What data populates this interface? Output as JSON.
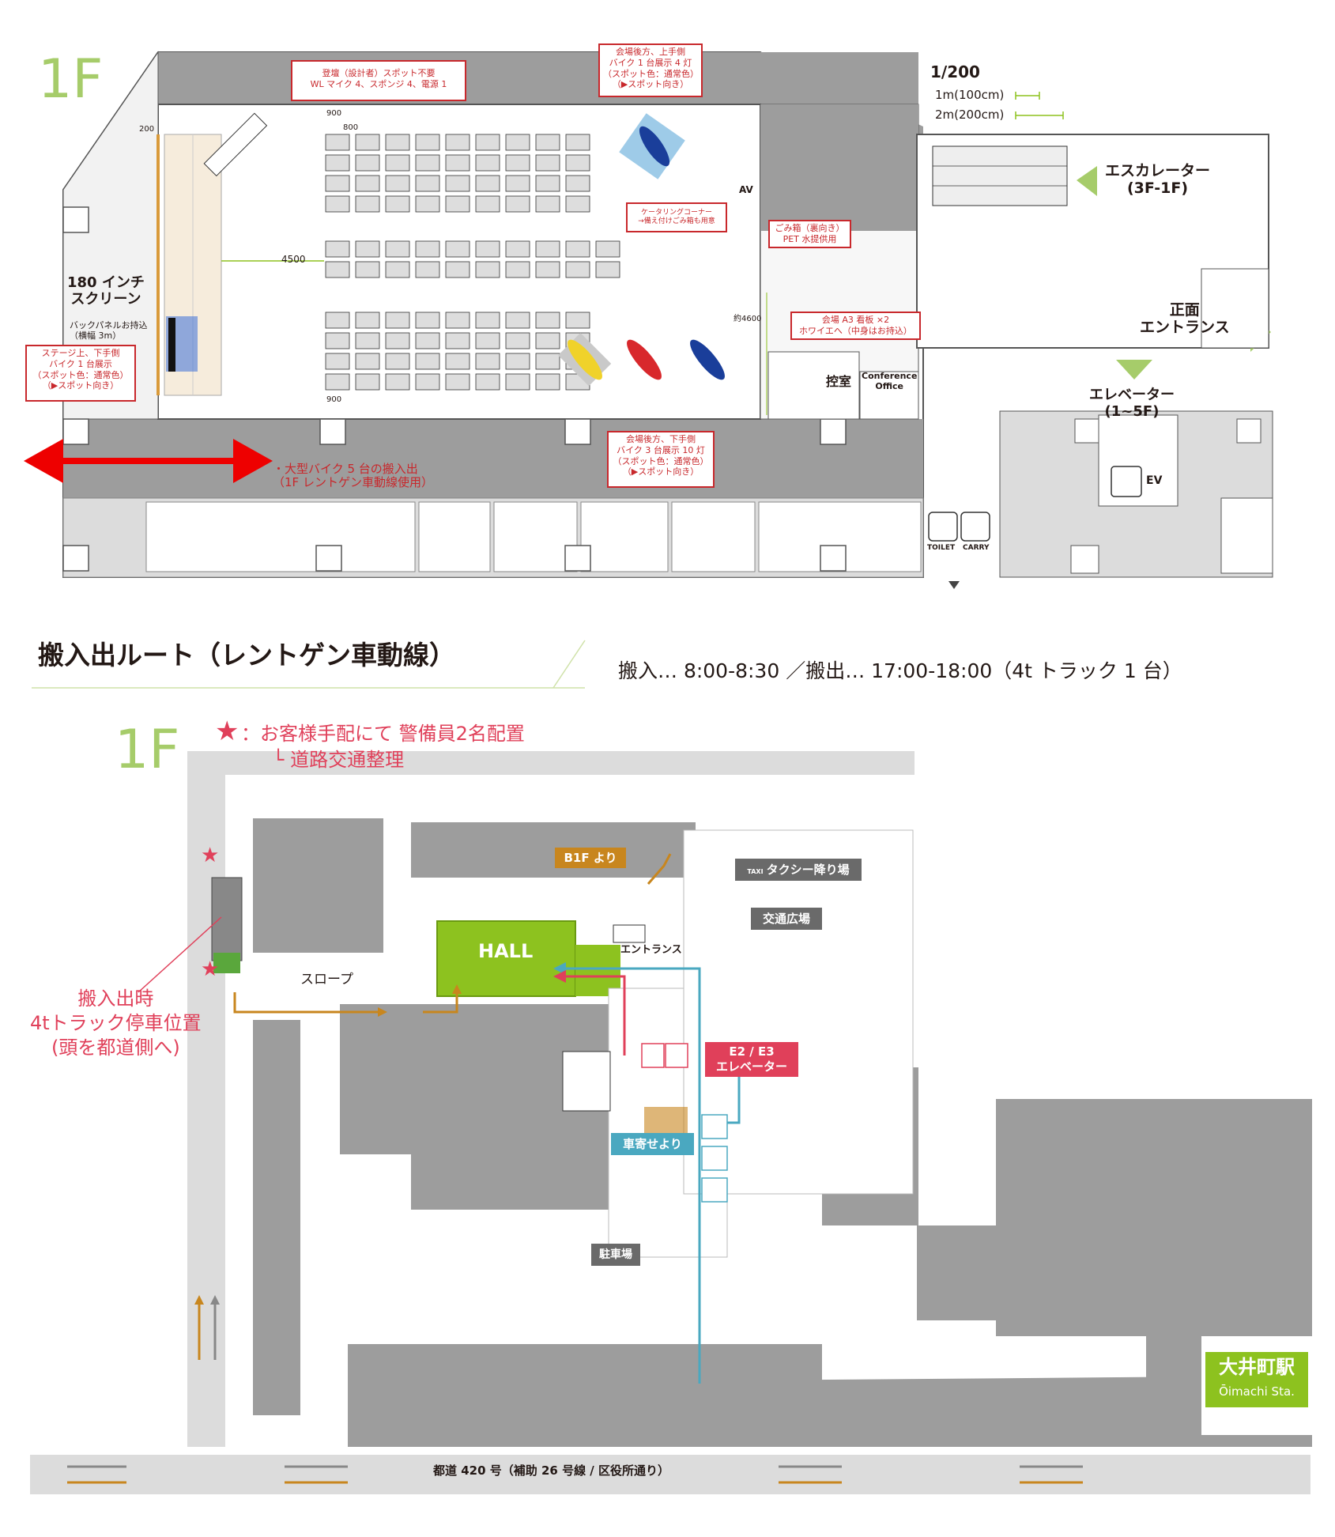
{
  "floor_plan": {
    "floor_label": "1F",
    "scale": {
      "ratio": "1/200",
      "bar1": "1m(100cm)",
      "bar2": "2m(200cm)"
    },
    "screen_label": "180 インチ\nスクリーン",
    "back_panel": "バックパネルお持込\n（横幅 3m）",
    "notes": {
      "stage": "登壇（設計者）スポット不要\nWL マイク 4、スポンジ 4、電源 1",
      "rear_upper": "会場後方、上手側\nバイク 1 台展示 4 灯\n（スポット色：通常色）\n（▶スポット向き）",
      "catering": "ケータリングコーナー\n→備え付けごみ箱も用意",
      "trash": "ごみ箱（裏向き）\nPET 水提供用",
      "signboard": "会場 A3 看板 ×2\nホワイエへ（中身はお持込）",
      "stage_lower": "ステージ上、下手側\nバイク 1 台展示\n（スポット色：通常色）\n（▶スポット向き）",
      "rear_lower": "会場後方、下手側\nバイク 3 台展示 10 灯\n（スポット色：通常色）\n（▶スポット向き）"
    },
    "dimensions": {
      "d900_top": "900",
      "d900_bottom": "900",
      "d800": "800",
      "d200": "200",
      "d4500": "4500",
      "d4600": "約4600"
    },
    "av_label": "AV",
    "bike_route": "・大型バイク 5 台の搬入出\n（1F レントゲン車動線使用）",
    "escalator": "エスカレーター\n(3F-1F)",
    "entrance": "正面\nエントランス",
    "elevator": "エレベーター\n(1~5F)",
    "waiting_room": "控室",
    "conference": "Conference\nOffice",
    "ev": "EV",
    "toilet": "TOILET",
    "carry": "CARRY"
  },
  "route_section": {
    "title": "搬入出ルート（レントゲン車動線）",
    "times": "搬入… 8:00-8:30 ／搬出… 17:00-18:00（4t トラック 1 台）",
    "floor_label": "1F",
    "legend_star": "★",
    "legend_line1": "：お客様手配にて 警備員2名配置",
    "legend_line2": "└ 道路交通整理",
    "b1f": "B1F より",
    "taxi": "タクシー降り場",
    "taxi_icon": "TAXI",
    "plaza": "交通広場",
    "hall": "HALL",
    "entrance": "エントランス",
    "slope": "スロープ",
    "elevator_tag": "E2 / E3\nエレベーター",
    "car_approach": "車寄せより",
    "parking": "駐車場",
    "truck_note": "搬入出時\n4tトラック停車位置\n(頭を都道側へ)",
    "road": "都道 420 号（補助 26 号線 / 区役所通り）",
    "station_jp": "大井町駅",
    "station_en": "Ōimachi Sta."
  },
  "colors": {
    "accent_green": "#8dc21f",
    "label_green": "#a6cc6a",
    "red": "#c8282c",
    "pink": "#e0405a",
    "teal": "#4aa8c0",
    "orange": "#c8861e",
    "grey_block": "#9d9d9d",
    "light_grey": "#dcdcdc"
  }
}
